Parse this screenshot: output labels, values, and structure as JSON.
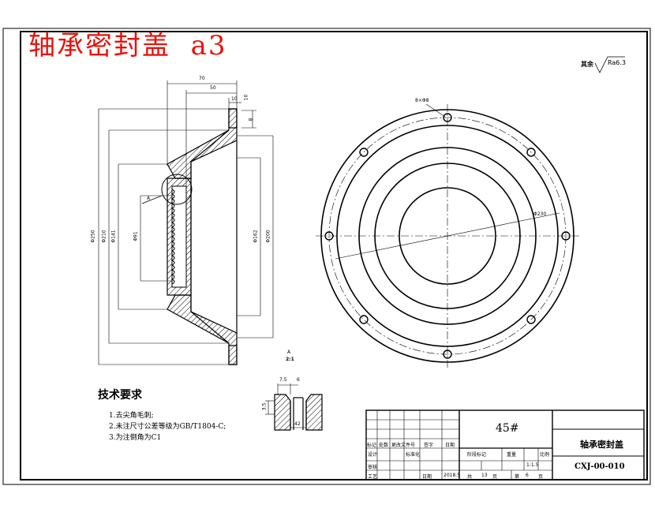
{
  "title_overlay": "轴承密封盖  a3",
  "roughness": {
    "prefix": "其余",
    "value": "Ra6.3"
  },
  "side_view": {
    "dims_top": [
      "70",
      "50",
      "10",
      "10",
      "8"
    ],
    "dims_left": [
      "Φ250",
      "Φ210",
      "Φ141",
      "Φ91"
    ],
    "dims_right": [
      "Φ162",
      "Φ200"
    ],
    "section_label": "A"
  },
  "front_view": {
    "hole_dim": "8×Φ8",
    "pcd_dim": "Φ230"
  },
  "detail": {
    "label": "A",
    "scale": "2:1",
    "dims": [
      "7.5",
      "6",
      "3.5",
      "42"
    ]
  },
  "tech_requirements": {
    "heading": "技术要求",
    "items": [
      "1.去尖角毛刺;",
      "2.未注尺寸公差等级为GB/T1804-C;",
      "3.为注倒角为C1"
    ]
  },
  "title_block": {
    "material": "45#",
    "part_name": "轴承密封盖",
    "drawing_no": "CXJ-00-010",
    "rev_headers": [
      "标记",
      "处数",
      "更改文件号",
      "签字",
      "日期"
    ],
    "stage_headers": [
      "阶段标记",
      "重量",
      "比例"
    ],
    "scale_value": "1:1.5",
    "roles": [
      "设计",
      "标准化",
      "审核",
      "工艺"
    ],
    "date_label": "日期",
    "date_value": "2018.5",
    "sheets_total_label": "共",
    "sheets_total": "13",
    "sheet_label": "第",
    "sheet_no": "6",
    "page_unit": "页"
  }
}
